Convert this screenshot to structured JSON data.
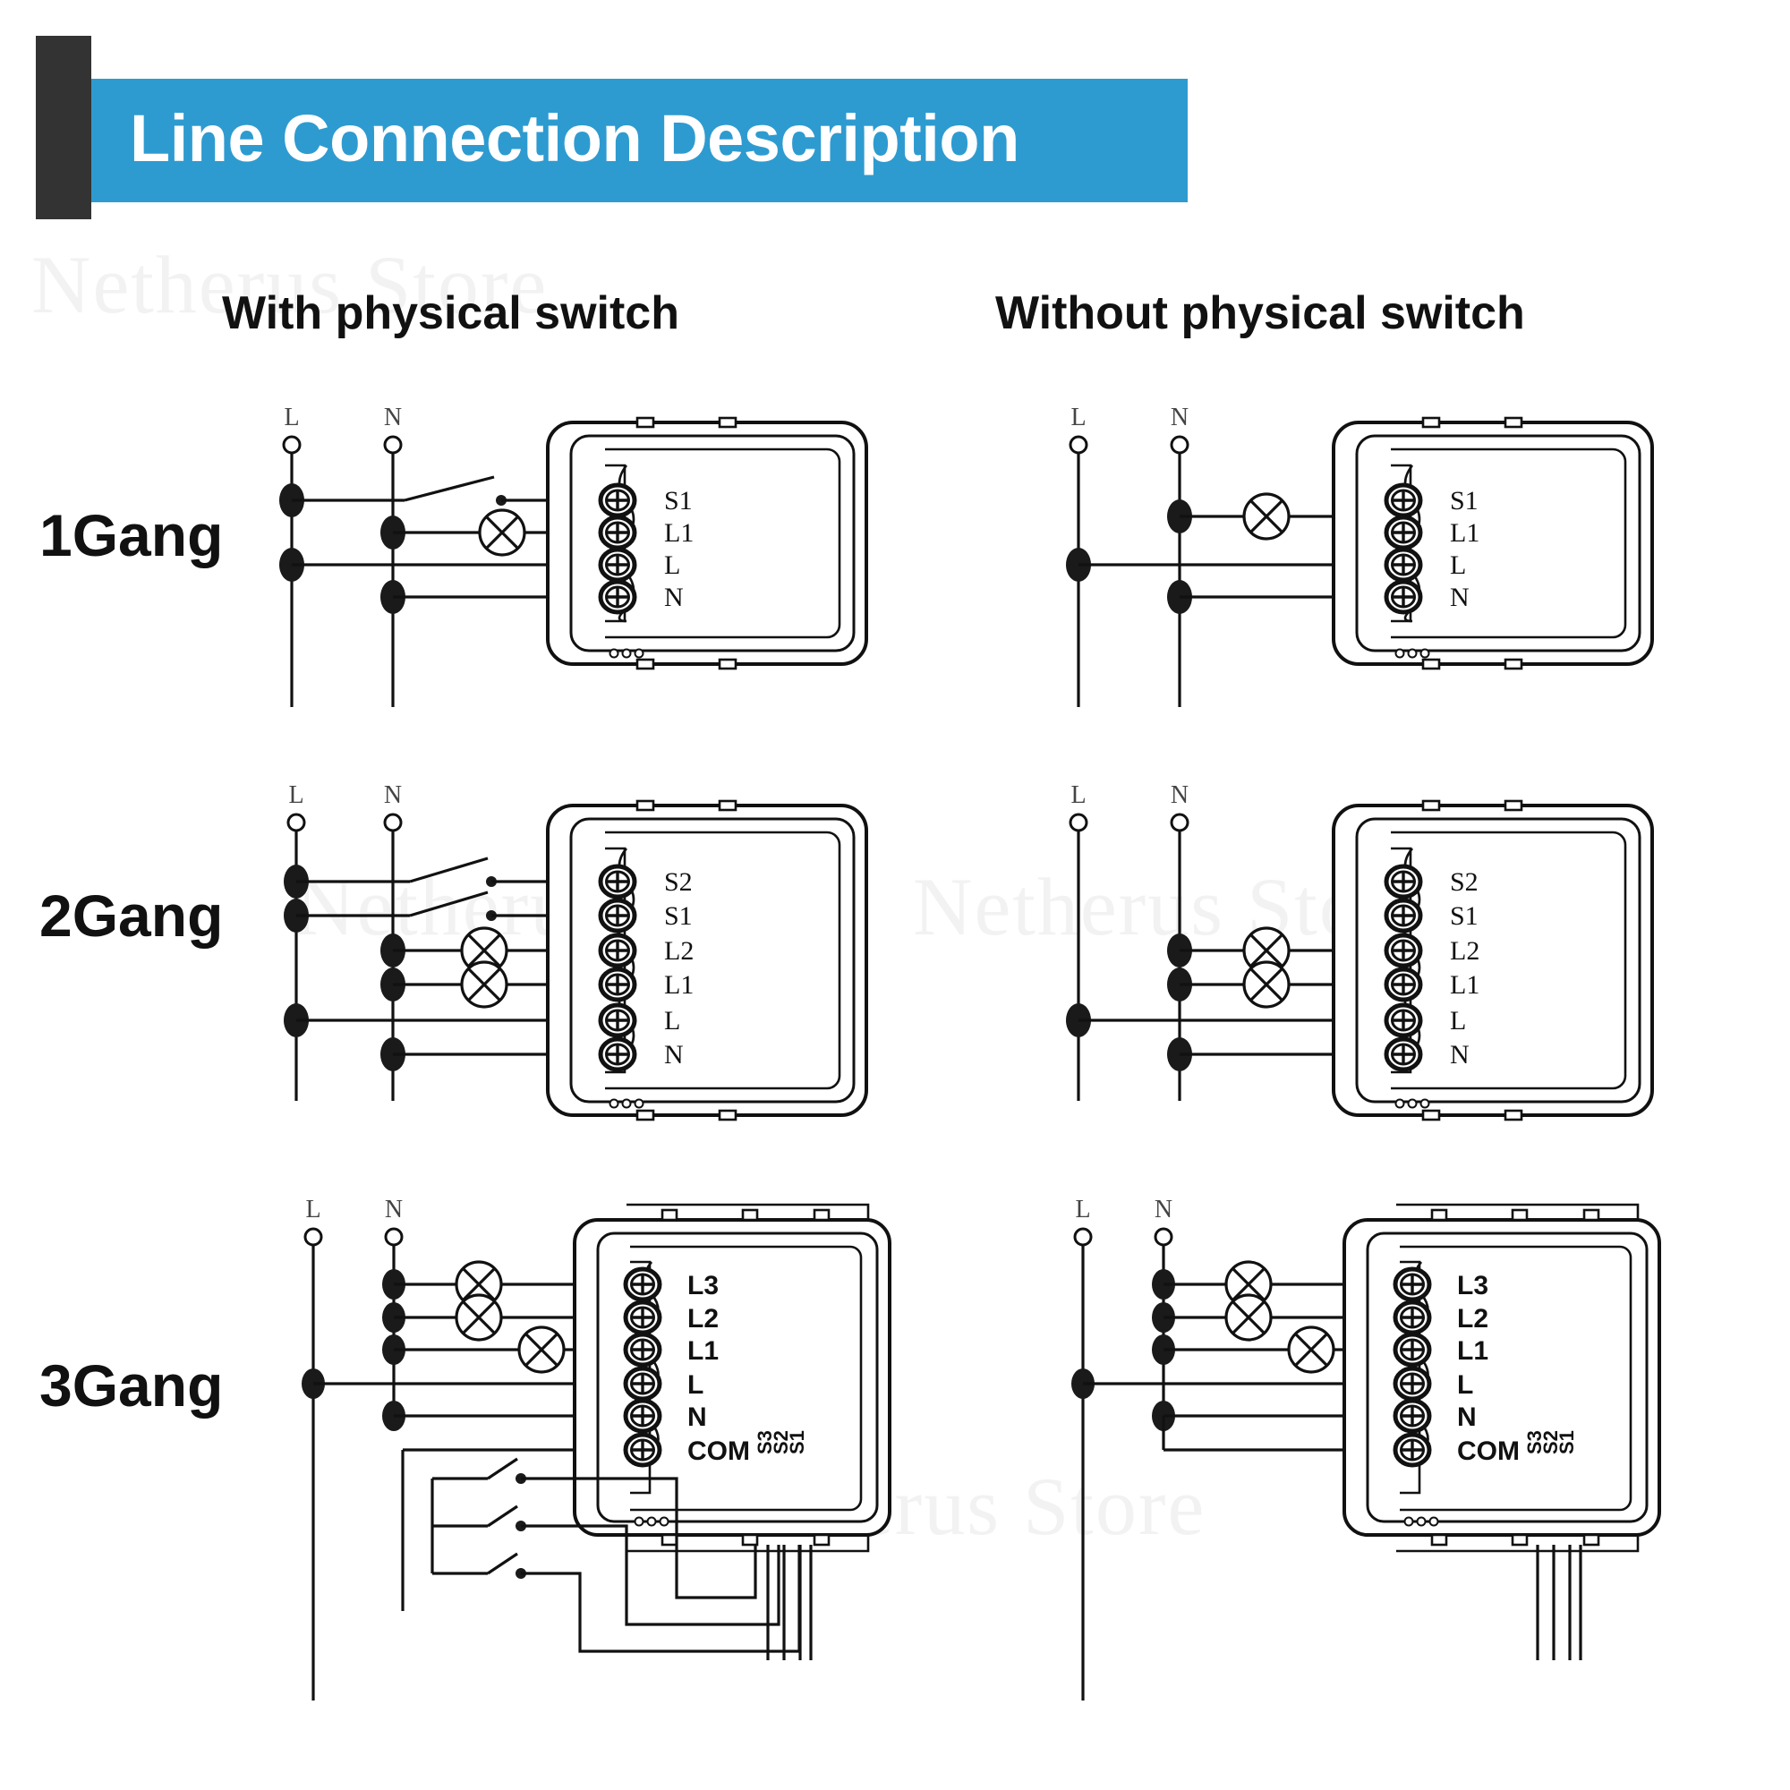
{
  "title": {
    "text": "Line Connection Description",
    "accent_color": "#2e9bd0",
    "bar_color": "#333333",
    "text_color": "#ffffff"
  },
  "watermark": {
    "text": "Netherus Store",
    "color": "#f2f2f2"
  },
  "columns": [
    {
      "id": "with",
      "label": "With physical switch"
    },
    {
      "id": "without",
      "label": "Without physical switch"
    }
  ],
  "rows": [
    {
      "id": "gang1",
      "label": "1Gang"
    },
    {
      "id": "gang2",
      "label": "2Gang"
    },
    {
      "id": "gang3",
      "label": "3Gang"
    }
  ],
  "supply": {
    "live_label": "L",
    "neutral_label": "N"
  },
  "diagrams": {
    "gang1_with": {
      "terminals": [
        "S1",
        "L1",
        "L",
        "N"
      ],
      "supply_live": "L",
      "supply_neutral": "N",
      "switch_count": 1,
      "lamp_count": 1
    },
    "gang1_without": {
      "terminals": [
        "S1",
        "L1",
        "L",
        "N"
      ],
      "supply_live": "L",
      "supply_neutral": "N",
      "switch_count": 0,
      "lamp_count": 1
    },
    "gang2_with": {
      "terminals": [
        "S2",
        "S1",
        "L2",
        "L1",
        "L",
        "N"
      ],
      "supply_live": "L",
      "supply_neutral": "N",
      "switch_count": 2,
      "lamp_count": 2
    },
    "gang2_without": {
      "terminals": [
        "S2",
        "S1",
        "L2",
        "L1",
        "L",
        "N"
      ],
      "supply_live": "L",
      "supply_neutral": "N",
      "switch_count": 0,
      "lamp_count": 2
    },
    "gang3_with": {
      "terminals": [
        "L3",
        "L2",
        "L1",
        "L",
        "N",
        "COM"
      ],
      "side_terminals": [
        "S3",
        "S2",
        "S1"
      ],
      "supply_live": "L",
      "supply_neutral": "N",
      "switch_count": 3,
      "lamp_count": 3
    },
    "gang3_without": {
      "terminals": [
        "L3",
        "L2",
        "L1",
        "L",
        "N",
        "COM"
      ],
      "side_terminals": [
        "S3",
        "S2",
        "S1"
      ],
      "supply_live": "L",
      "supply_neutral": "N",
      "switch_count": 0,
      "lamp_count": 3
    }
  }
}
